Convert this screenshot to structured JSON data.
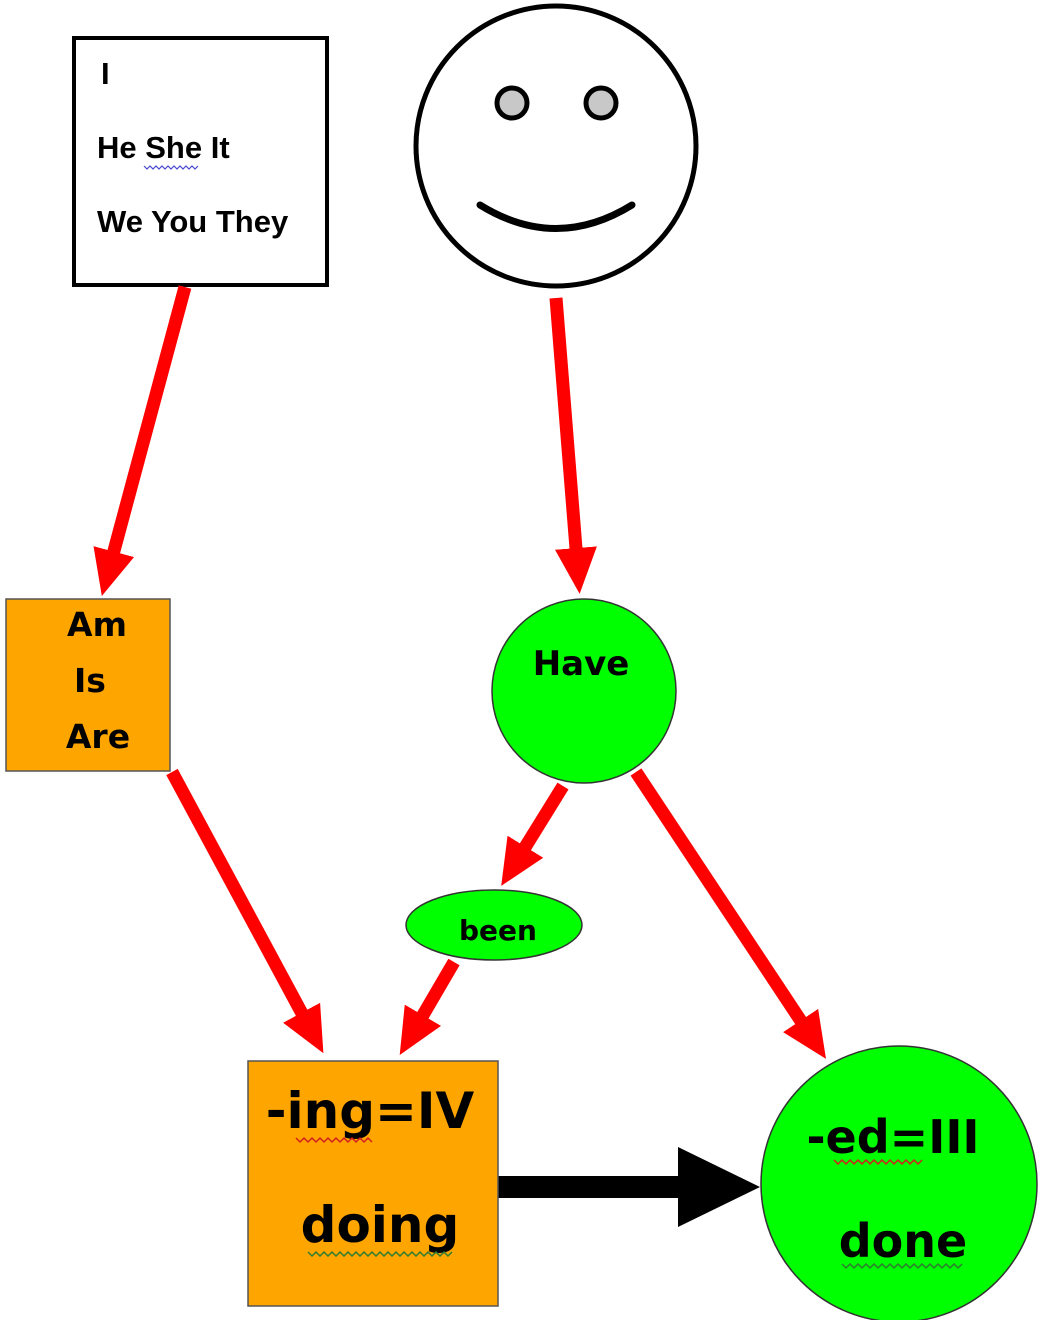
{
  "pronoun_box": {
    "line1": "I",
    "line2": "He She It",
    "line3": "We You They"
  },
  "be_box": {
    "line1": "Am",
    "line2": "Is",
    "line3": "Are"
  },
  "have_circle": {
    "label": "Have"
  },
  "been_ellipse": {
    "label": "been"
  },
  "ing_box": {
    "line1": "-ing=IV",
    "line2": "doing"
  },
  "ed_circle": {
    "line1": "-ed=III",
    "line2": "done"
  },
  "colors": {
    "arrow": "#ff0000",
    "orange": "#ffa500",
    "green": "#00ff00",
    "thick_arrow": "#000000"
  }
}
